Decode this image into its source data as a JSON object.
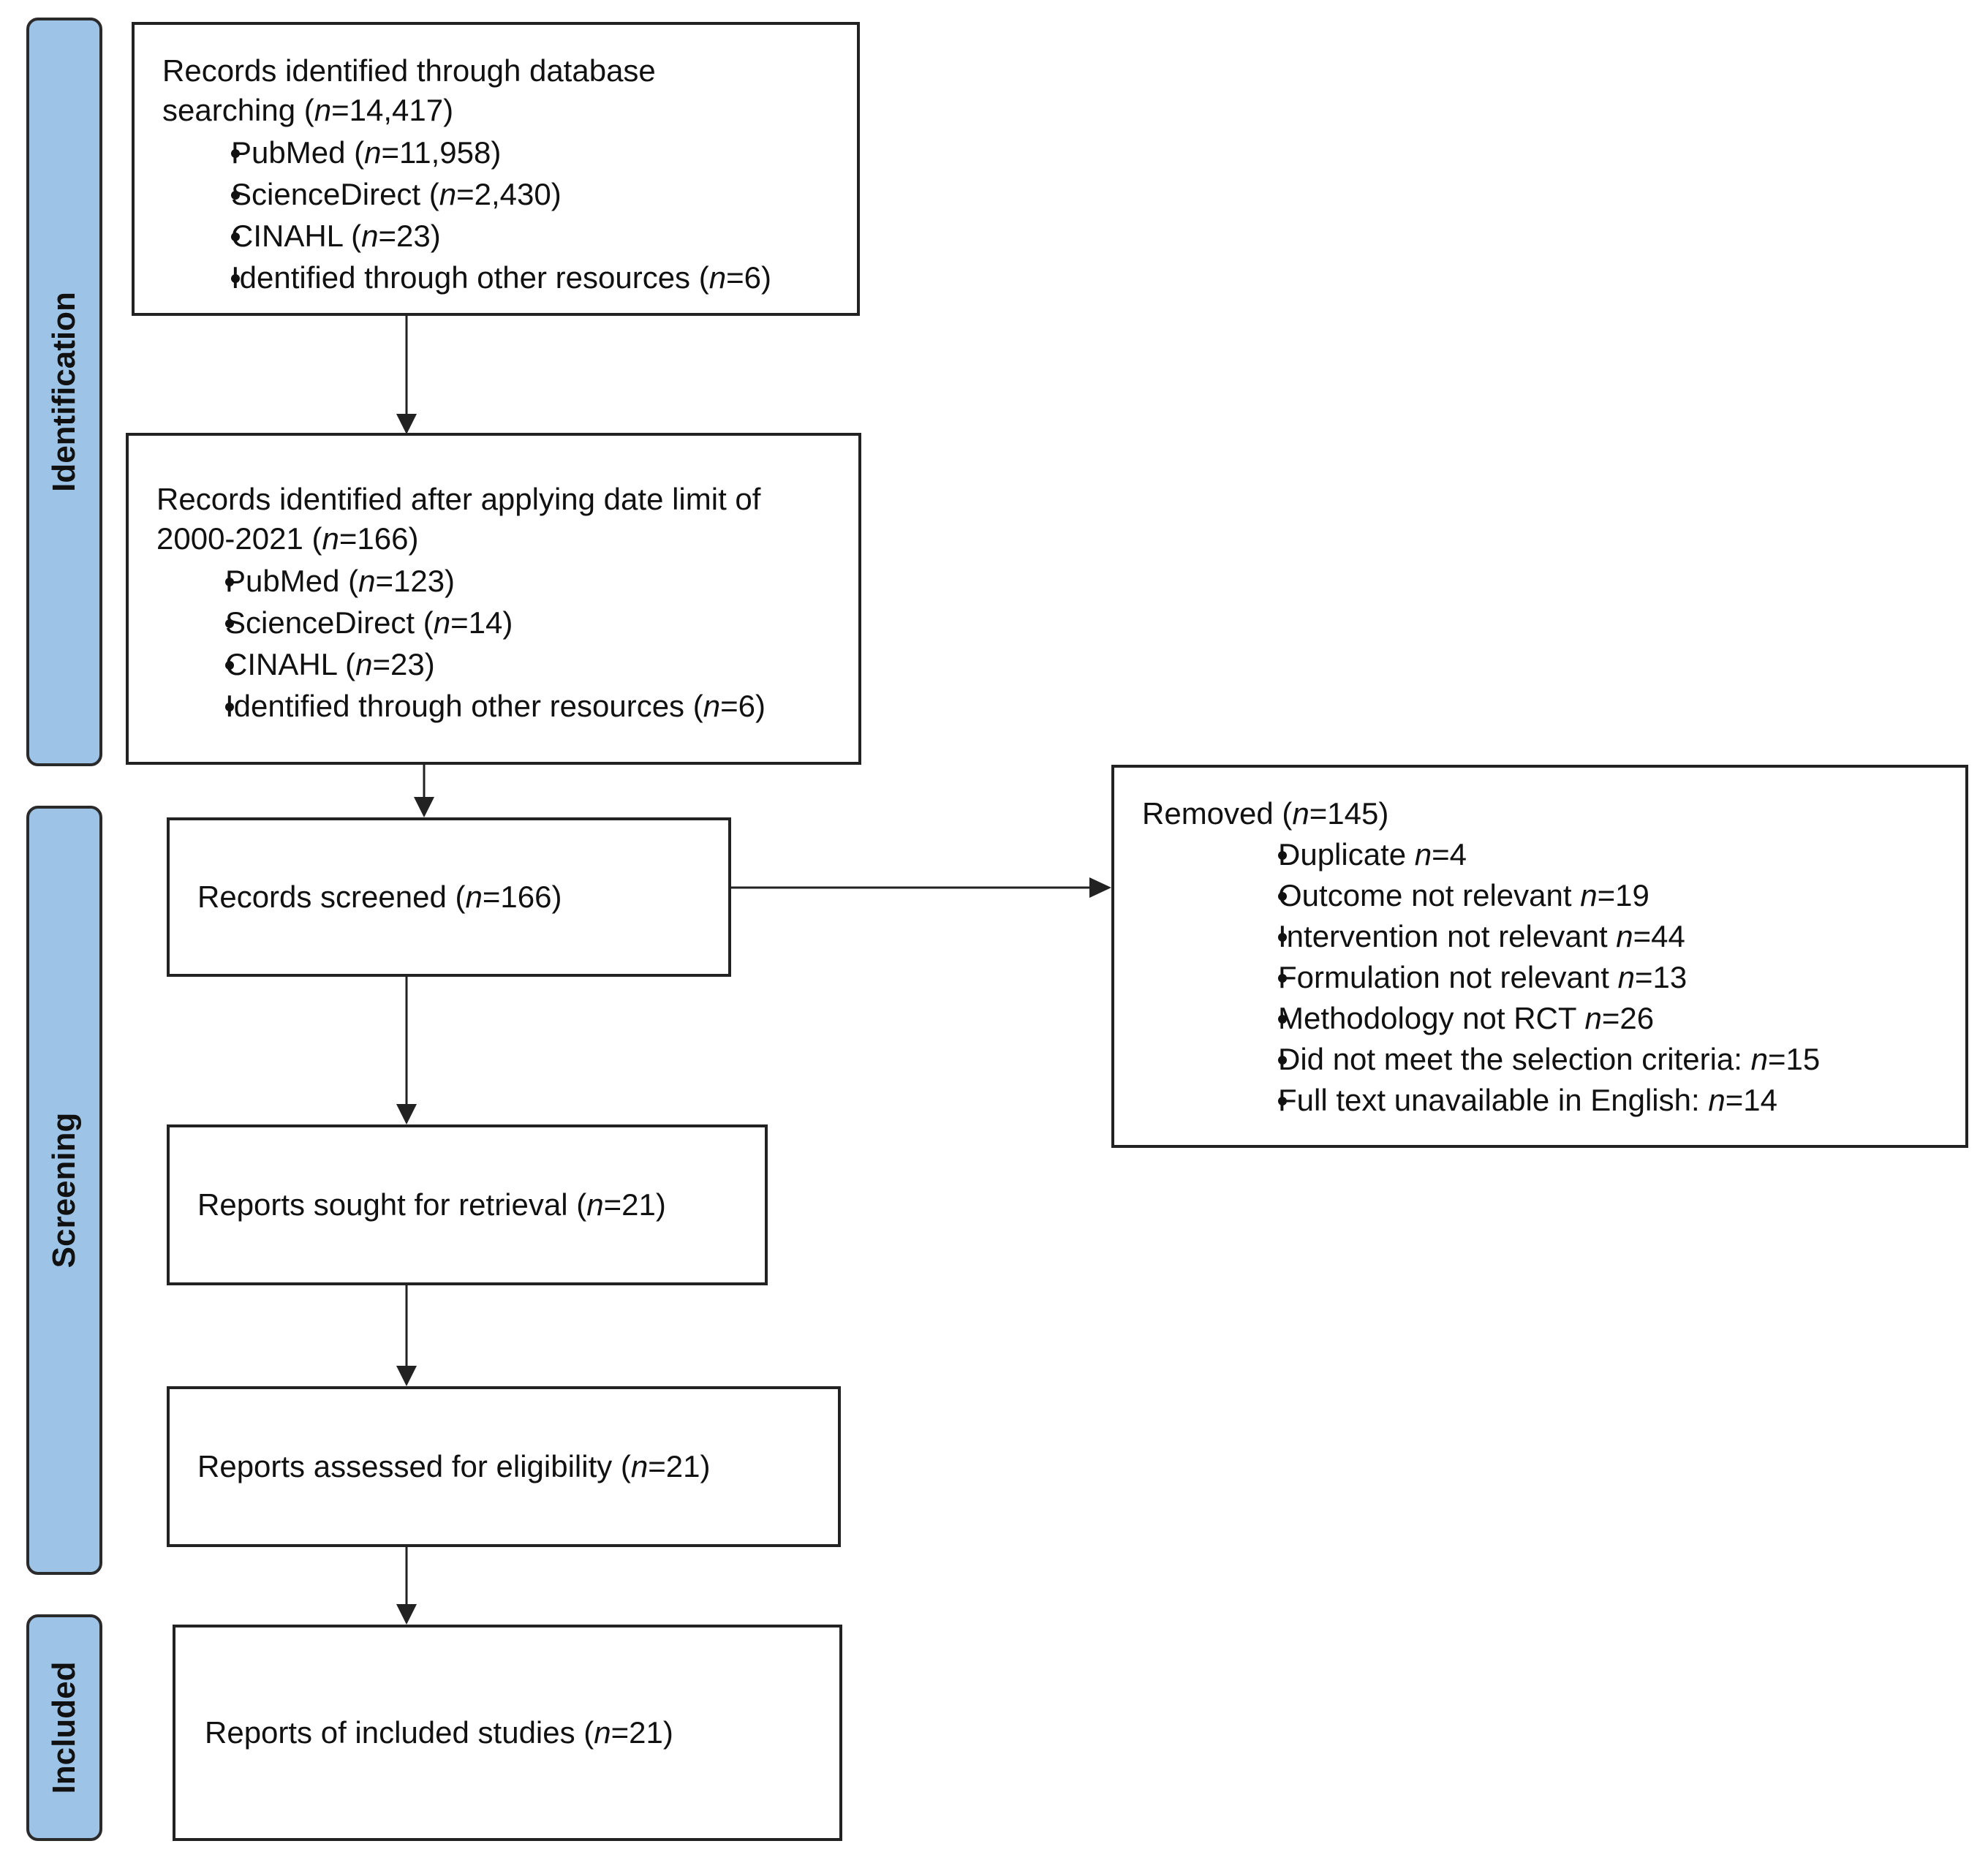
{
  "phases": {
    "identification": "Identification",
    "screening": "Screening",
    "included": "Included"
  },
  "boxes": {
    "database_search": {
      "line1": "Records identified through database",
      "line2": "searching (",
      "n_symbol": "n",
      "line2_value": "=14,417)",
      "items": [
        {
          "label": "PubMed (",
          "n": "n",
          "value": "=11,958)"
        },
        {
          "label": "ScienceDirect (",
          "n": "n",
          "value": "=2,430)"
        },
        {
          "label": "CINAHL (",
          "n": "n",
          "value": "=23)"
        },
        {
          "label": "Identified through other resources (",
          "n": "n",
          "value": "=6)"
        }
      ]
    },
    "date_limit": {
      "line1": "Records identified after applying date limit of",
      "line2": "2000-2021 (",
      "n_symbol": "n",
      "line2_value": "=166)",
      "items": [
        {
          "label": "PubMed (",
          "n": "n",
          "value": "=123)"
        },
        {
          "label": "ScienceDirect (",
          "n": "n",
          "value": "=14)"
        },
        {
          "label": "CINAHL (",
          "n": "n",
          "value": "=23)"
        },
        {
          "label": "Identified through other resources (",
          "n": "n",
          "value": "=6)"
        }
      ]
    },
    "records_screened": {
      "label": "Records screened (",
      "n": "n",
      "value": "=166)"
    },
    "removed": {
      "label": "Removed (",
      "n": "n",
      "value": "=145)",
      "items": [
        {
          "label": "Duplicate ",
          "n": "n",
          "value": "=4"
        },
        {
          "label": "Outcome not relevant ",
          "n": "n",
          "value": "=19"
        },
        {
          "label": "Intervention not relevant ",
          "n": "n",
          "value": "=44"
        },
        {
          "label": "Formulation not relevant ",
          "n": "n",
          "value": "=13"
        },
        {
          "label": "Methodology not RCT ",
          "n": "n",
          "value": "=26"
        },
        {
          "label": "Did not meet the selection criteria: ",
          "n": "n",
          "value": "=15"
        },
        {
          "label": "Full text unavailable in English: ",
          "n": "n",
          "value": "=14"
        }
      ]
    },
    "sought_retrieval": {
      "label": "Reports sought for retrieval (",
      "n": "n",
      "value": "=21)"
    },
    "assessed_eligibility": {
      "label": "Reports assessed for eligibility (",
      "n": "n",
      "value": "=21)"
    },
    "included_studies": {
      "label": "Reports of included studies (",
      "n": "n",
      "value": "=21)"
    }
  },
  "colors": {
    "phase_fill": "#9dc3e6",
    "border": "#222222",
    "text": "#111111"
  }
}
